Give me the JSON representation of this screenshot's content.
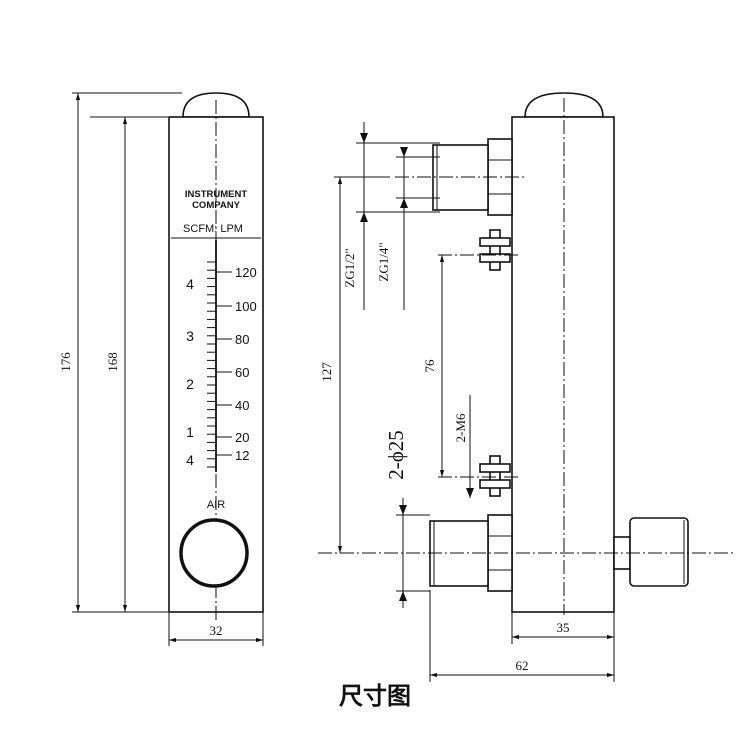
{
  "front_view": {
    "brand_line1": "INSTRUMENT",
    "brand_line2": "COMPANY",
    "units_label": "SCFM: LPM",
    "scfm_ticks": [
      "4",
      "3",
      "2",
      "1",
      "4"
    ],
    "lpm_ticks": [
      "120",
      "100",
      "80",
      "60",
      "40",
      "20",
      "12"
    ],
    "medium": "AIR"
  },
  "dimensions": {
    "overall_height": "176",
    "tube_height": "168",
    "front_width": "32",
    "port_spacing": "127",
    "mount_spacing": "76",
    "thread_top": "ZG1/2\"",
    "thread_bottom": "ZG1/4\"",
    "mount_screws": "2-M6",
    "port_dia": "2-ϕ25",
    "body_depth": "35",
    "overall_depth": "62"
  },
  "caption": "尺寸图"
}
